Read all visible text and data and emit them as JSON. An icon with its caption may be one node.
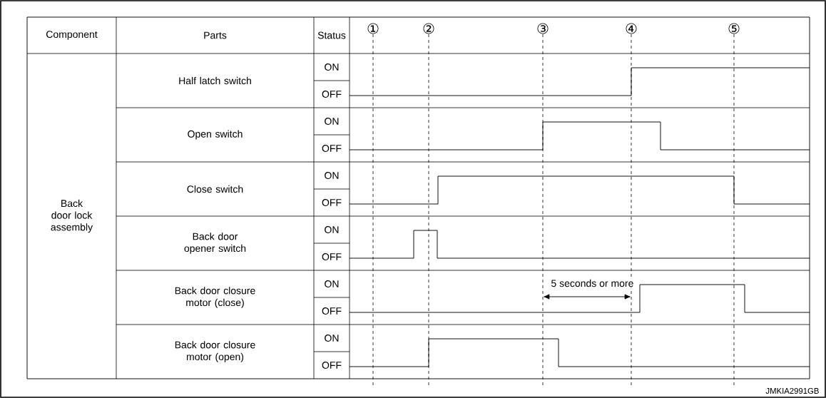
{
  "diagram": {
    "labels": [
      "Component",
      "Parts",
      "Status",
      "①",
      "②",
      "③",
      "④",
      "⑤",
      "Back door lock assembly",
      "Half latch switch",
      "ON",
      "OFF",
      "Open switch",
      "ON",
      "OFF",
      "Close switch",
      "ON",
      "OFF",
      "Back door opener switch",
      "ON",
      "OFF",
      "Back door closure motor (close)",
      "ON",
      "OFF",
      "Back door closure motor (open)",
      "ON",
      "OFF",
      "5 seconds or more",
      "JMKIA2991GB"
    ]
  }
}
